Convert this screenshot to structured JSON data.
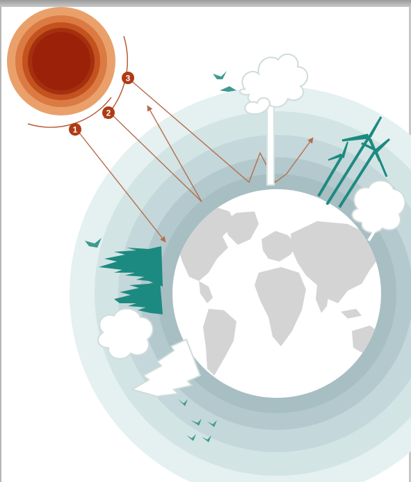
{
  "diagram": {
    "markers": [
      {
        "number": "1"
      },
      {
        "number": "2"
      },
      {
        "number": "3"
      }
    ],
    "colors": {
      "sun_outer": "#e9a36c",
      "sun_mid": "#d46a33",
      "sun_core": "#9b2108",
      "arrow": "#b46d4c",
      "marker": "#b03a14",
      "teal": "#1c8a80",
      "atmosphere_outer": "#dcecec",
      "atmosphere_inner": "#a9c1c6",
      "earth_ocean": "#ffffff",
      "earth_land": "#d4d4d4",
      "tree_outline": "#d8e4e2"
    },
    "icons": [
      "sun-icon",
      "earth-icon",
      "wind-turbine-icon",
      "conifer-tree-icon",
      "deciduous-tree-icon",
      "bird-icon"
    ]
  }
}
